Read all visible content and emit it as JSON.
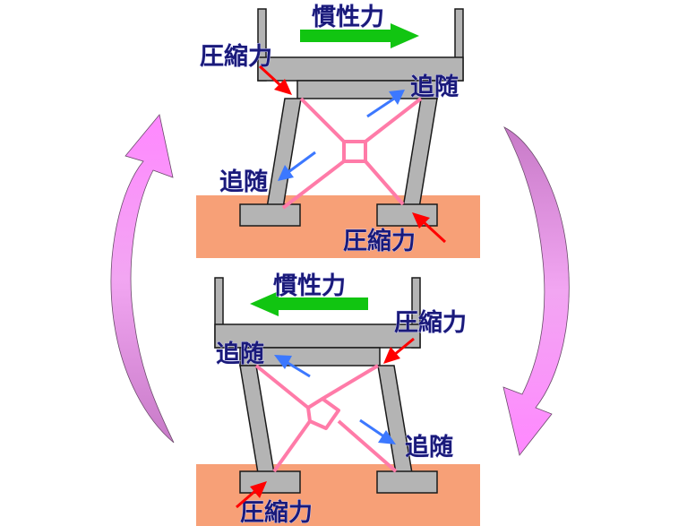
{
  "colors": {
    "inertia_arrow": "#11c511",
    "compression_arrow": "#ff0000",
    "follow_arrow": "#3c78ff",
    "ground": "#f7a077",
    "frame": "#b4b4b4",
    "damper": "#ff7ba8",
    "cycle_arrow_light": "#ff80ff",
    "cycle_arrow_dark": "#c77ac7"
  },
  "top_panel": {
    "inertia_label": "慣性力",
    "compression_label_1": "圧縮力",
    "follow_label_1": "追随",
    "follow_label_2": "追随",
    "compression_label_2": "圧縮力"
  },
  "bottom_panel": {
    "inertia_label": "慣性力",
    "compression_label_1": "圧縮力",
    "follow_label_1": "追随",
    "follow_label_2": "追随",
    "compression_label_2": "圧縮力"
  }
}
